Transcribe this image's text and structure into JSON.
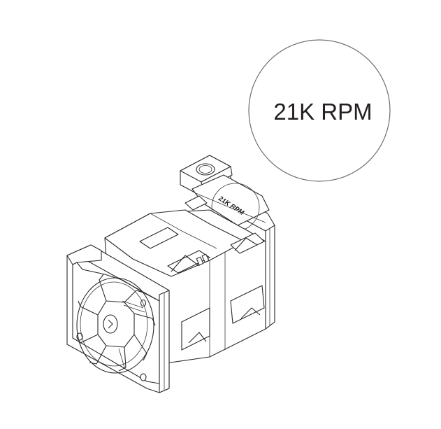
{
  "figure": {
    "subject": "Hot-plug system fan module",
    "callout": {
      "label": "21K RPM",
      "circle_color": "#6e6e6e",
      "text_color": "#231f20"
    },
    "fan_label": {
      "text": "21K RPM"
    },
    "line_color": "#2a2a2a",
    "background": "#ffffff"
  }
}
